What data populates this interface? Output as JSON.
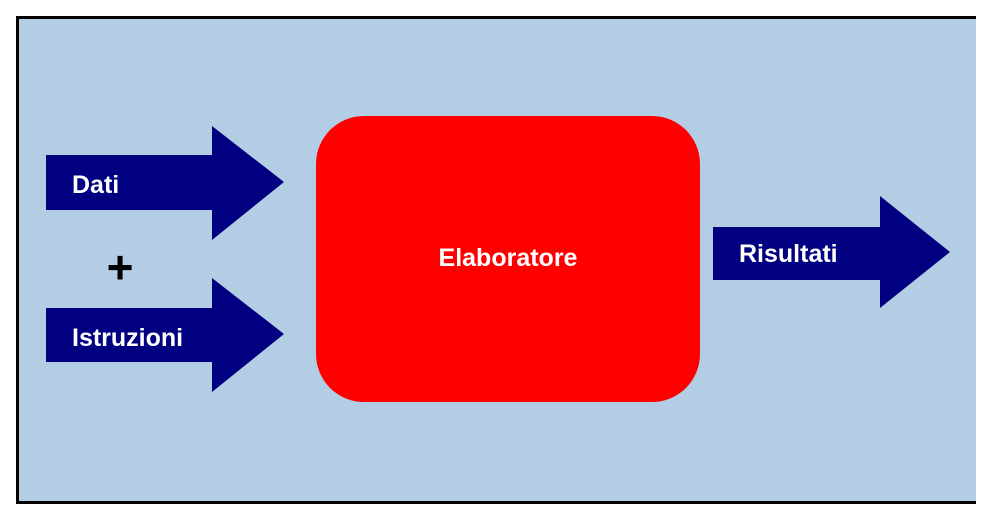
{
  "diagram": {
    "inputs": {
      "data_label": "Dati",
      "plus_sign": "+",
      "instructions_label": "Istruzioni"
    },
    "processor": {
      "label": "Elaboratore"
    },
    "output": {
      "label": "Risultati"
    }
  },
  "colors": {
    "background": "#b3cde4",
    "arrow": "#000080",
    "processor": "#ff0000",
    "label_text": "#ffffff",
    "plus": "#000000"
  }
}
